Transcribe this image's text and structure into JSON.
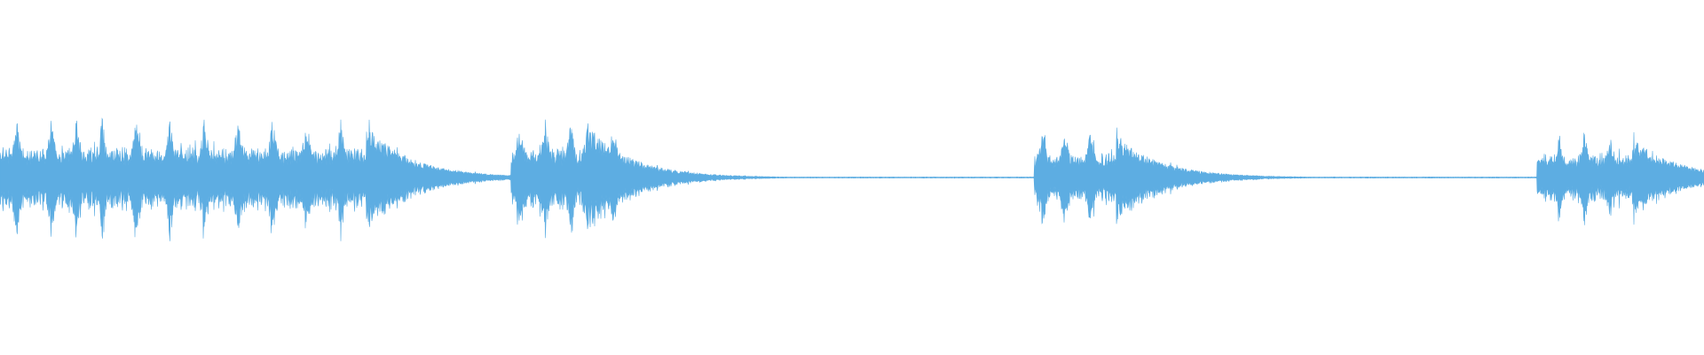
{
  "waveform": {
    "color": "#5dade2",
    "background": "#ffffff",
    "samples": 3840,
    "clips": [
      {
        "start": 0.0,
        "attack_peaks": [
          0.01,
          0.03,
          0.045,
          0.06,
          0.08,
          0.1,
          0.12,
          0.14,
          0.16,
          0.18,
          0.2
        ],
        "main_hit": 0.215,
        "end": 0.6,
        "peak": 1.0
      },
      {
        "start": 0.3,
        "attack_peaks": [
          0.305,
          0.32,
          0.335,
          0.345,
          0.36
        ],
        "main_hit": 0.3455,
        "end": 0.8,
        "peak": 0.95
      },
      {
        "start": 0.607,
        "attack_peaks": [
          0.612,
          0.625,
          0.64
        ],
        "main_hit": 0.655,
        "end": 0.9,
        "peak": 0.8
      },
      {
        "start": 0.902,
        "attack_peaks": [
          0.915,
          0.93,
          0.945
        ],
        "main_hit": 0.958,
        "end": 1.0,
        "peak": 0.75
      }
    ]
  }
}
